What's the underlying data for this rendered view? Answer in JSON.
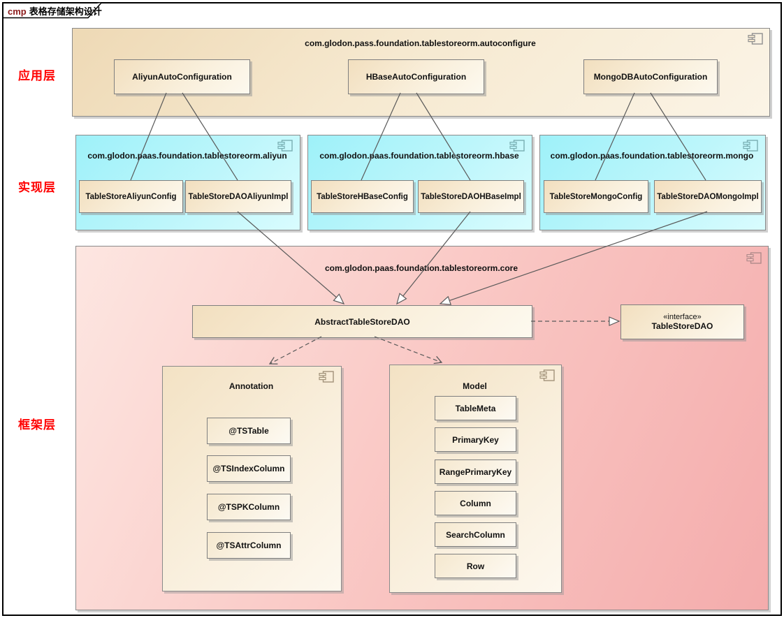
{
  "tab": {
    "prefix": "cmp",
    "title": "表格存储架构设计"
  },
  "layers": {
    "app": "应用层",
    "impl": "实现层",
    "framework": "框架层"
  },
  "app_package": {
    "title": "com.glodon.pass.foundation.tablestoreorm.autoconfigure",
    "components": [
      "AliyunAutoConfiguration",
      "HBaseAutoConfiguration",
      "MongoDBAutoConfiguration"
    ]
  },
  "impl_packages": [
    {
      "title": "com.glodon.paas.foundation.tablestoreorm.aliyun",
      "components": [
        "TableStoreAliyunConfig",
        "TableStoreDAOAliyunImpl"
      ]
    },
    {
      "title": "com.glodon.paas.foundation.tablestoreorm.hbase",
      "components": [
        "TableStoreHBaseConfig",
        "TableStoreDAOHBaseImpl"
      ]
    },
    {
      "title": "com.glodon.paas.foundation.tablestoreorm.mongo",
      "components": [
        "TableStoreMongoConfig",
        "TableStoreDAOMongoImpl"
      ]
    }
  ],
  "core_package": {
    "title": "com.glodon.paas.foundation.tablestoreorm.core",
    "abstract_dao": "AbstractTableStoreDAO",
    "interface": {
      "stereotype": "«interface»",
      "name": "TableStoreDAO"
    },
    "annotation_package": {
      "title": "Annotation",
      "items": [
        "@TSTable",
        "@TSIndexColumn",
        "@TSPKColumn",
        "@TSAttrColumn"
      ]
    },
    "model_package": {
      "title": "Model",
      "items": [
        "TableMeta",
        "PrimaryKey",
        "RangePrimaryKey",
        "Column",
        "SearchColumn",
        "Row"
      ]
    }
  },
  "colors": {
    "layer_label": "#ff0000",
    "app_package_fill": "#eed9b5",
    "impl_package_fill": "#9ef1f9",
    "core_package_fill": "#f4acac",
    "component_fill": "#f2dfbf",
    "frame_border": "#000000",
    "connector": "#5a5a5a"
  }
}
